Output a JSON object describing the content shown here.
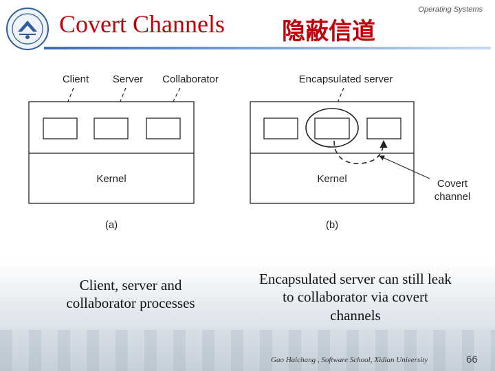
{
  "header": {
    "title_en": "Covert Channels",
    "title_cn": "隐蔽信道",
    "course_tag": "Operating Systems"
  },
  "figure": {
    "panel_a": {
      "labels": [
        "Client",
        "Server",
        "Collaborator"
      ],
      "kernel_label": "Kernel",
      "sub_label": "(a)"
    },
    "panel_b": {
      "top_label": "Encapsulated server",
      "kernel_label": "Kernel",
      "side_label": [
        "Covert",
        "channel"
      ],
      "sub_label": "(b)"
    }
  },
  "captions": {
    "left": "Client, server and collaborator processes",
    "right": "Encapsulated server can still leak to collaborator via covert channels"
  },
  "footer": {
    "author": "Gao Haichang , Software School, Xidian University",
    "page": "66"
  }
}
